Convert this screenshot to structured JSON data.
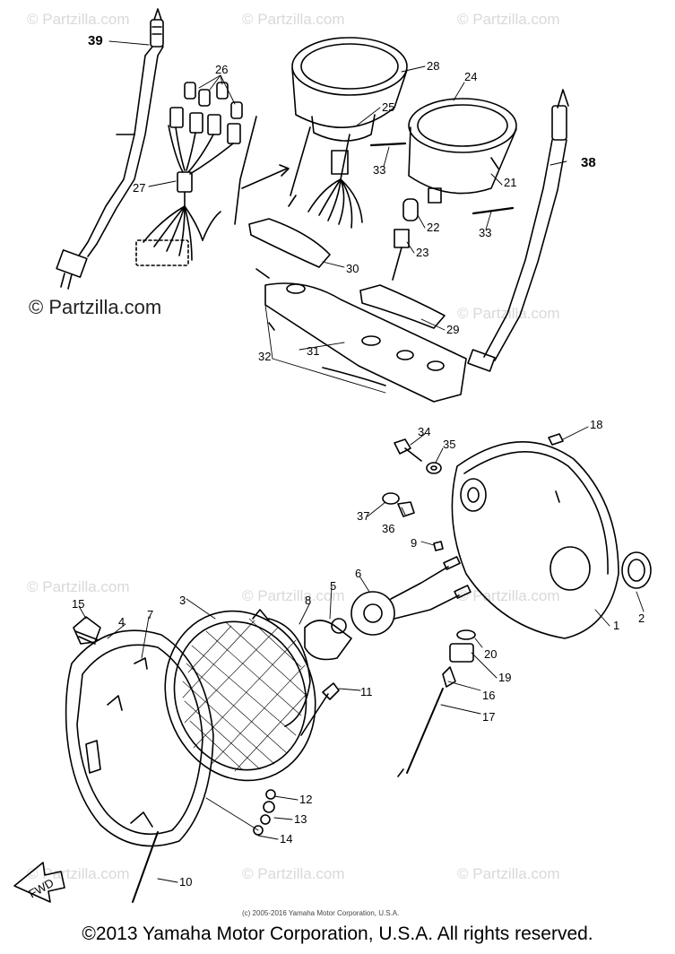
{
  "watermark": "© Partzilla.com",
  "watermark_main": "© Partzilla.com",
  "credit_small": "(c) 2005-2016 Yamaha Motor Corporation, U.S.A.",
  "footer": "©2013 Yamaha Motor Corporation, U.S.A. All rights reserved.",
  "fwd_label": "FWD",
  "part_labels": [
    "1",
    "2",
    "3",
    "4",
    "5",
    "6",
    "7",
    "8",
    "9",
    "10",
    "11",
    "12",
    "13",
    "14",
    "15",
    "16",
    "17",
    "18",
    "19",
    "20",
    "21",
    "22",
    "23",
    "24",
    "25",
    "26",
    "27",
    "28",
    "29",
    "30",
    "31",
    "32",
    "33",
    "33",
    "34",
    "35",
    "36",
    "37",
    "38",
    "39"
  ]
}
